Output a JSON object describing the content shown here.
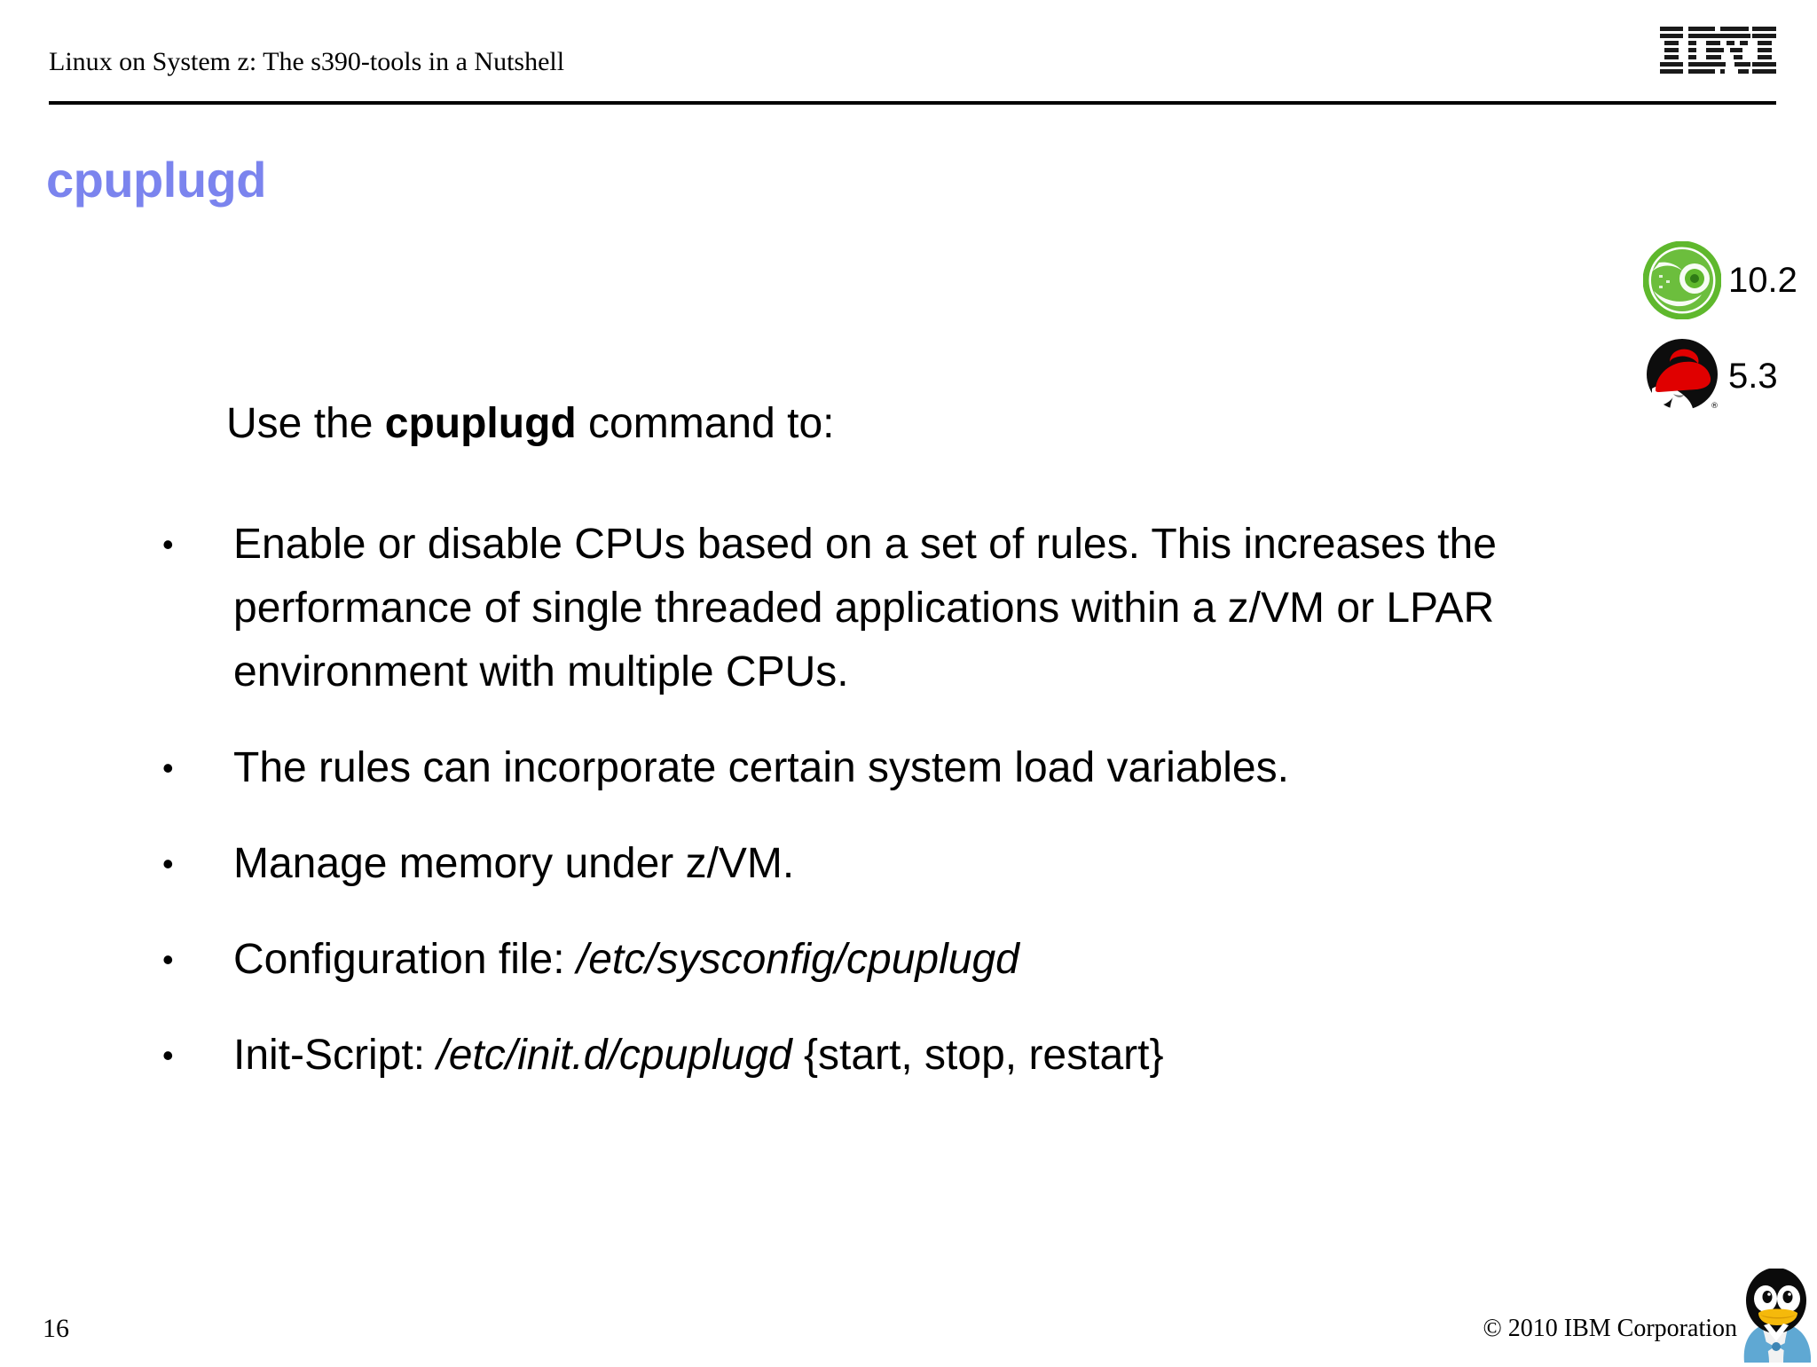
{
  "header": {
    "title": "Linux on System z: The s390-tools in a Nutshell",
    "logo_name": "IBM",
    "rule_color": "#000000"
  },
  "slide": {
    "title": "cpuplugd",
    "title_color": "#7B84EE",
    "intro_prefix": "Use the ",
    "intro_command": "cpuplugd",
    "intro_suffix": " command to:",
    "bullet_marker": "•"
  },
  "distros": [
    {
      "name": "openSUSE",
      "icon": "suse-chameleon-icon",
      "version": "10.2",
      "color": "#5FB82D"
    },
    {
      "name": "Red Hat Enterprise Linux",
      "icon": "redhat-shadowman-icon",
      "version": "5.3",
      "color": "#E00000"
    }
  ],
  "bullets": [
    {
      "id": "enable-disable-cpus",
      "text": "Enable or disable CPUs based on a set of rules. This increases the performance of single threaded applications within a z/VM or LPAR environment with multiple CPUs.",
      "italic": ""
    },
    {
      "id": "system-load-variables",
      "text": "The rules can incorporate certain system load variables.",
      "italic": ""
    },
    {
      "id": "manage-memory",
      "text": "Manage memory under z/VM.",
      "italic": ""
    },
    {
      "id": "configuration-file",
      "prefix": "Configuration file: ",
      "italic": "/etc/sysconfig/cpuplugd",
      "suffix": ""
    },
    {
      "id": "init-script",
      "prefix": "Init-Script: ",
      "italic": "/etc/init.d/cpuplugd",
      "suffix": " {start, stop, restart}"
    }
  ],
  "footer": {
    "page_number": "16",
    "copyright": "© 2010 IBM Corporation",
    "mascot": "tux-penguin-icon"
  }
}
